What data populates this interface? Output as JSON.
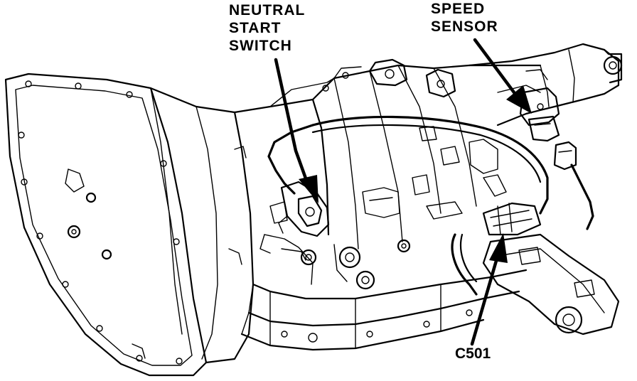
{
  "labels": {
    "neutral_start_switch": [
      "NEUTRAL",
      "START",
      "SWITCH"
    ],
    "speed_sensor": [
      "SPEED",
      "SENSOR"
    ],
    "connector": "C501"
  },
  "colors": {
    "ink": "#000000",
    "paper": "#ffffff"
  }
}
